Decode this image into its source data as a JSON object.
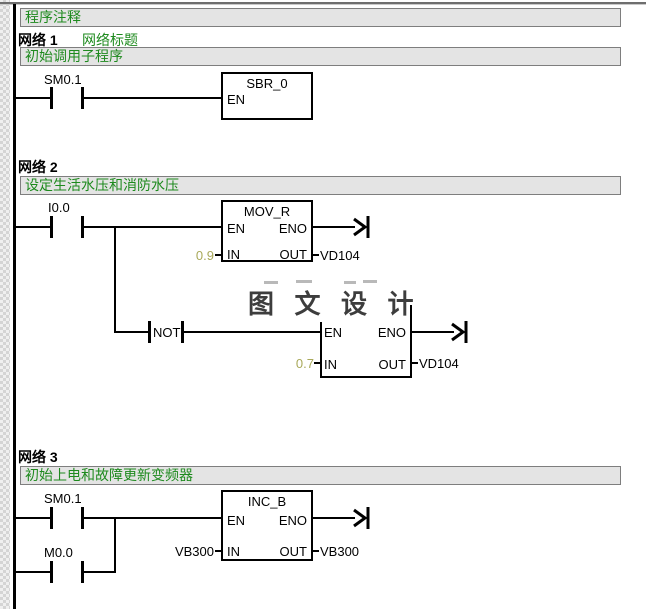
{
  "header": {
    "program_comment": "程序注释"
  },
  "watermark": {
    "text": "图 文 设 计"
  },
  "net1": {
    "label": "网络 1",
    "title": "网络标题",
    "comment": "初始调用子程序",
    "contact": "SM0.1",
    "box": {
      "title": "SBR_0",
      "en": "EN"
    }
  },
  "net2": {
    "label": "网络 2",
    "comment": "设定生活水压和消防水压",
    "contact": "I0.0",
    "not_label": "NOT",
    "box1": {
      "title": "MOV_R",
      "en": "EN",
      "eno": "ENO",
      "in": "IN",
      "out": "OUT",
      "in_value": "0.9",
      "out_value": "VD104"
    },
    "box2": {
      "en": "EN",
      "eno": "ENO",
      "in": "IN",
      "out": "OUT",
      "in_value": "0.7",
      "out_value": "VD104"
    }
  },
  "net3": {
    "label": "网络 3",
    "comment": "初始上电和故障更新变频器",
    "contact1": "SM0.1",
    "contact2": "M0.0",
    "box": {
      "title": "INC_B",
      "en": "EN",
      "eno": "ENO",
      "in": "IN",
      "out": "OUT",
      "in_value": "VB300",
      "out_value": "VB300"
    }
  },
  "colors": {
    "comment_green": "#1e8a1e",
    "bar_background": "#e4e4e4",
    "constant_olive": "#a9a95a",
    "wire_black": "#000000",
    "watermark_gray": "#3d3d3d"
  }
}
